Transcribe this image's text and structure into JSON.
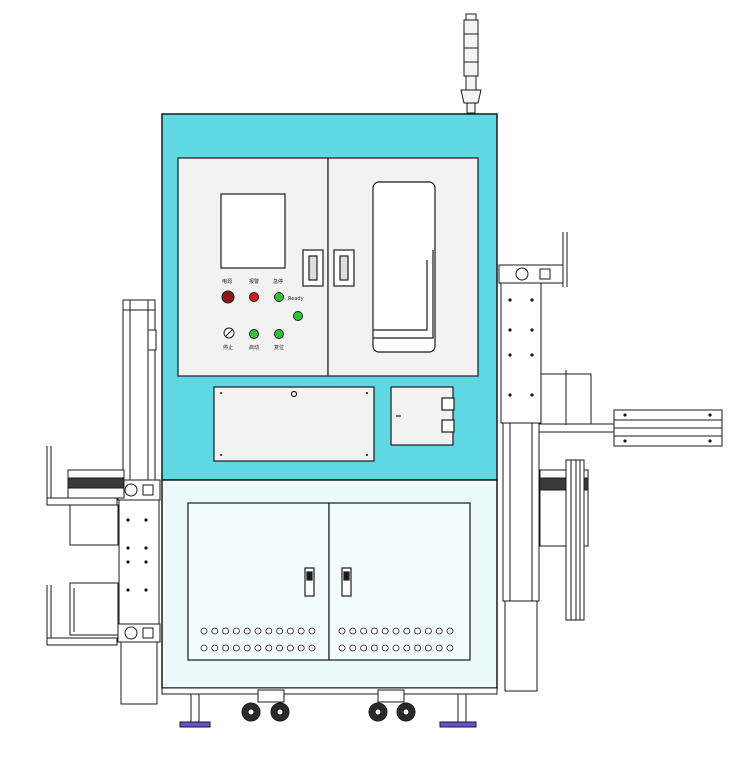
{
  "colors": {
    "upper_cabinet": "#5fd8e3",
    "lower_cabinet": "#eaf9fb",
    "outline": "#1a1a1a",
    "lamp_red": "#d61a1a",
    "lamp_green": "#2ec436",
    "caster": "#2a2a2a",
    "foot_pad": "#6a4fd0",
    "belt": "#3a3a3a"
  },
  "panel": {
    "labels": [
      "电源",
      "报警",
      "急停",
      "启动",
      "复位",
      "停止",
      "Ready"
    ]
  }
}
